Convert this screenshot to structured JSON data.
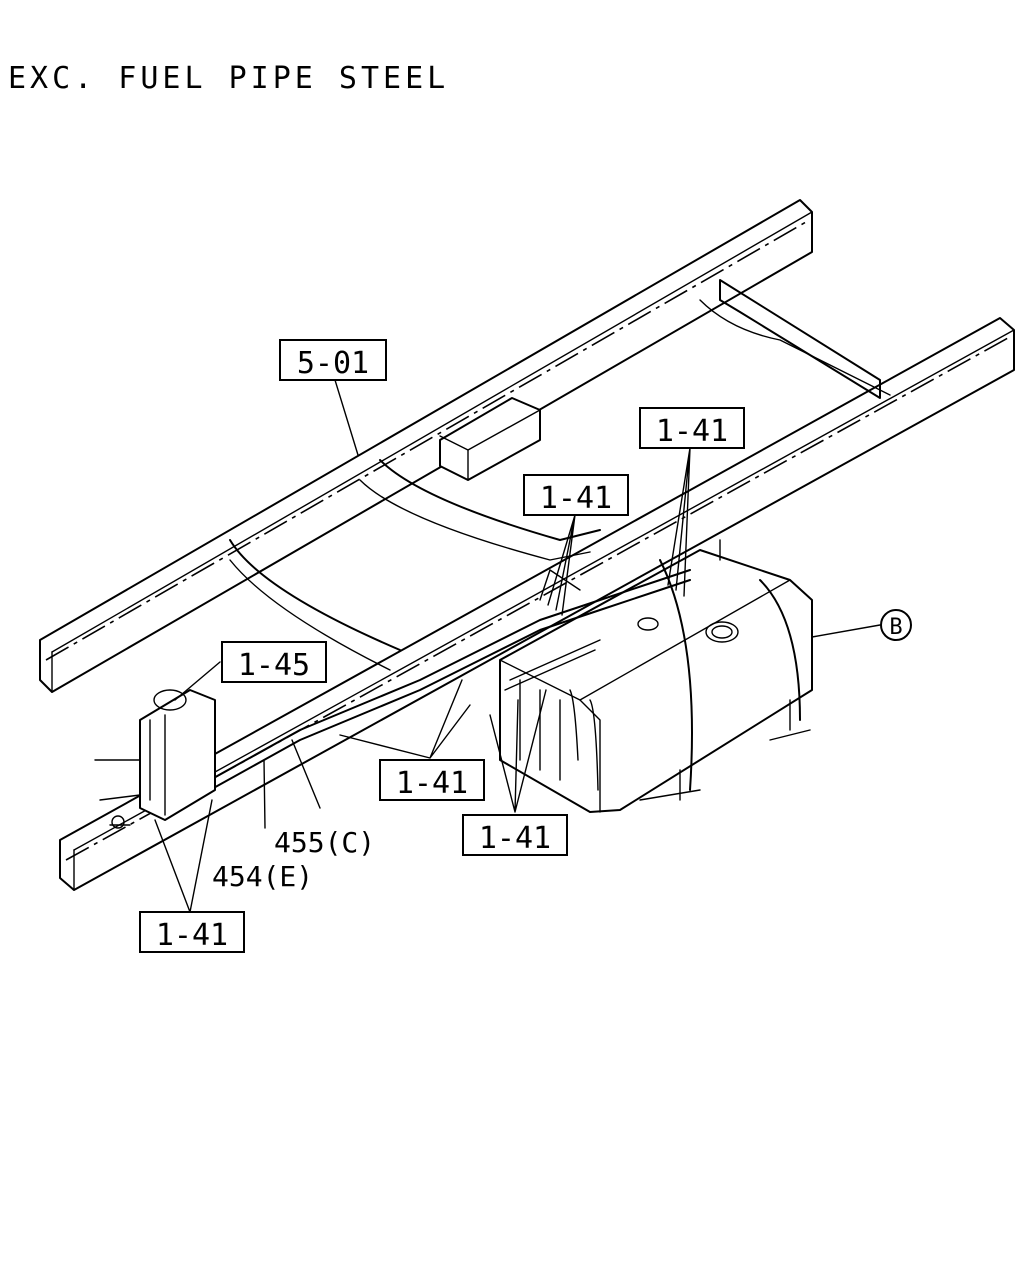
{
  "title": "EXC. FUEL PIPE STEEL",
  "callouts": {
    "frame": "5-01",
    "clip_tank_right": "1-41",
    "clip_tank_mid": "1-41",
    "filter": "1-45",
    "clip_center": "1-41",
    "clip_tank_bottom": "1-41",
    "clip_left": "1-41",
    "pipe_c": "455(C)",
    "pipe_e": "454(E)",
    "ref_b": "B"
  }
}
